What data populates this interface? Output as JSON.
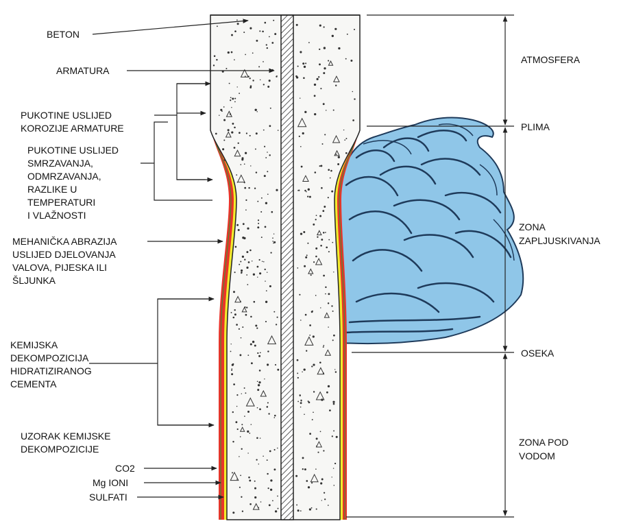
{
  "labels_left": {
    "beton": "BETON",
    "armatura": "ARMATURA",
    "korozija": [
      "PUKOTINE USLIJED",
      "KOROZIJE ARMATURE"
    ],
    "smrzavanje": [
      "PUKOTINE USLIJED",
      "SMRZAVANJA,",
      "ODMRZAVANJA,",
      "RAZLIKE U",
      "TEMPERATURI",
      "I VLAŽNOSTI"
    ],
    "abrazija": [
      "MEHANIČKA ABRAZIJA",
      "USLIJED DJELOVANJA",
      "VALOVA, PIJESKA ILI",
      "ŠLJUNKA"
    ],
    "kemijska": [
      "KEMIJSKA",
      "DEKOMPOZICIJA",
      "HIDRATIZIRANOG",
      "CEMENTA"
    ],
    "uzorak": [
      "UZORAK KEMIJSKE",
      "DEKOMPOZICIJE"
    ],
    "co2": "CO2",
    "mg": "Mg IONI",
    "sulfati": "SULFATI"
  },
  "labels_right": {
    "atmosfera": "ATMOSFERA",
    "plima": "PLIMA",
    "zapljuskivanje": [
      "ZONA",
      "ZAPLJUSKIVANJA"
    ],
    "oseka": "OSEKA",
    "pod_vodom": [
      "ZONA POD",
      "VODOM"
    ]
  },
  "colors": {
    "concrete": "#f7f7f5",
    "red_layer": "#e8352a",
    "yellow_layer": "#f2ec2e",
    "green_line": "#2f9a3a",
    "wave_fill": "#8fc6e8",
    "wave_stroke": "#1e3a5a",
    "rebar": "#333333"
  },
  "icons": {
    "concrete_texture": "aggregate-dots",
    "wave": "breaking-wave"
  }
}
